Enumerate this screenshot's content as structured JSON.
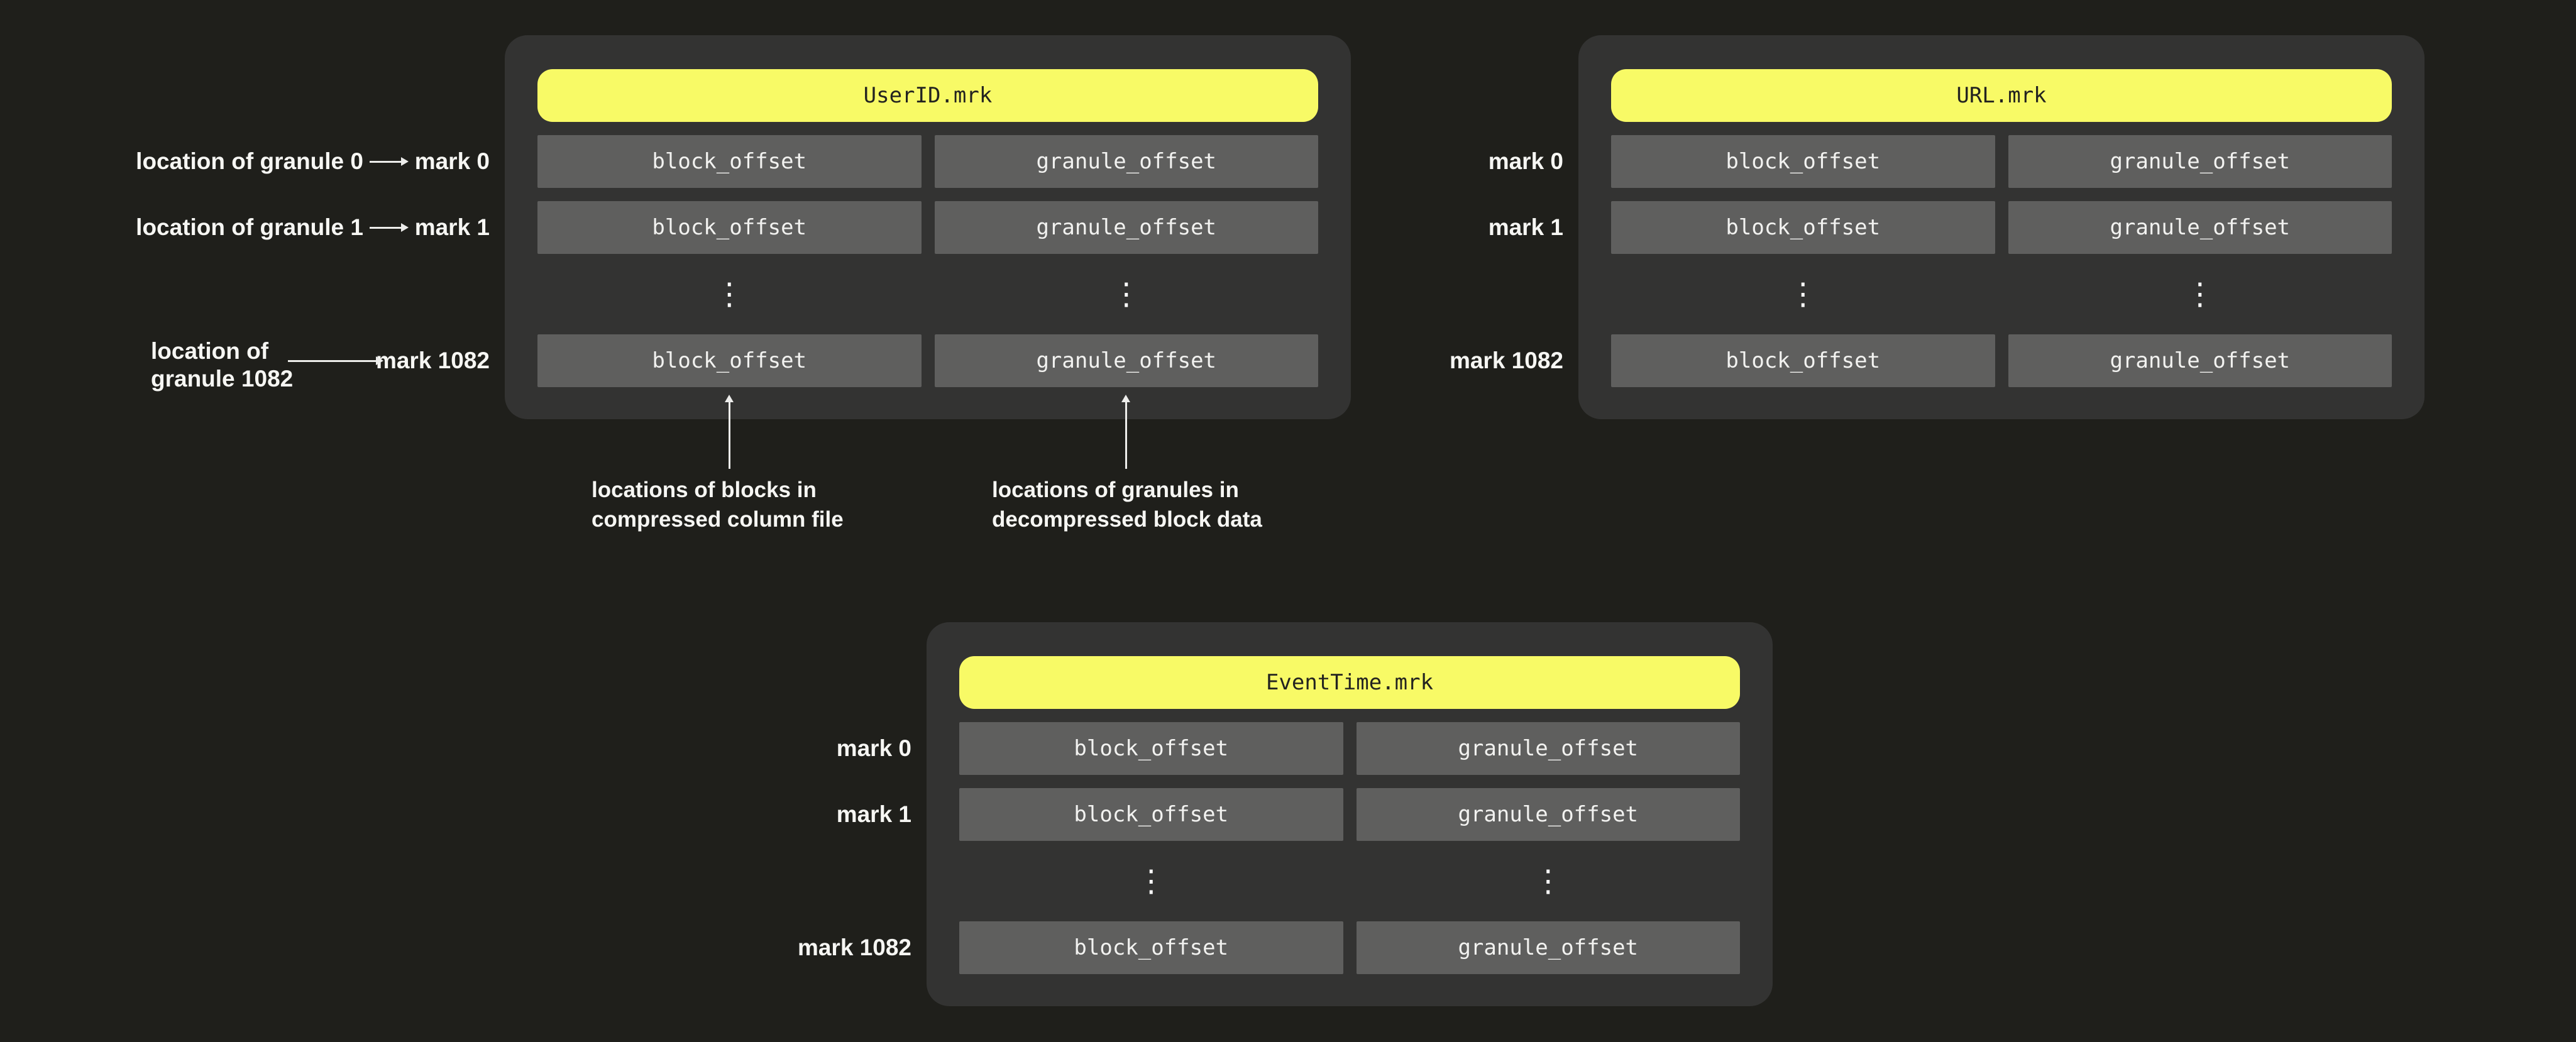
{
  "glyphs": {
    "vertical_ellipsis": "⋮"
  },
  "colors": {
    "page_bg": "#1f1f1b",
    "panel_bg": "#333332",
    "cell_bg": "#5f5f5e",
    "header_bg": "#f8fa66",
    "header_text": "#232320",
    "cell_text": "#f2f2f0",
    "label_text": "#f6f6f3",
    "arrow": "#ededeb"
  },
  "panels": [
    {
      "header": "UserID.mrk",
      "rows": [
        {
          "label": "mark 0",
          "cells": [
            "block_offset",
            "granule_offset"
          ]
        },
        {
          "label": "mark 1",
          "cells": [
            "block_offset",
            "granule_offset"
          ]
        },
        {
          "label": "mark 1082",
          "cells": [
            "block_offset",
            "granule_offset"
          ]
        }
      ]
    },
    {
      "header": "URL.mrk",
      "rows": [
        {
          "label": "mark 0",
          "cells": [
            "block_offset",
            "granule_offset"
          ]
        },
        {
          "label": "mark 1",
          "cells": [
            "block_offset",
            "granule_offset"
          ]
        },
        {
          "label": "mark 1082",
          "cells": [
            "block_offset",
            "granule_offset"
          ]
        }
      ]
    },
    {
      "header": "EventTime.mrk",
      "rows": [
        {
          "label": "mark 0",
          "cells": [
            "block_offset",
            "granule_offset"
          ]
        },
        {
          "label": "mark 1",
          "cells": [
            "block_offset",
            "granule_offset"
          ]
        },
        {
          "label": "mark 1082",
          "cells": [
            "block_offset",
            "granule_offset"
          ]
        }
      ]
    }
  ],
  "left_annotations": [
    {
      "text": "location of granule 0"
    },
    {
      "text": "location of granule 1"
    },
    {
      "line1": "location of",
      "line2": "granule 1082"
    }
  ],
  "bottom_annotations": [
    {
      "line1": "locations of blocks in",
      "line2": "compressed column file"
    },
    {
      "line1": "locations of granules in",
      "line2": "decompressed block data"
    }
  ]
}
